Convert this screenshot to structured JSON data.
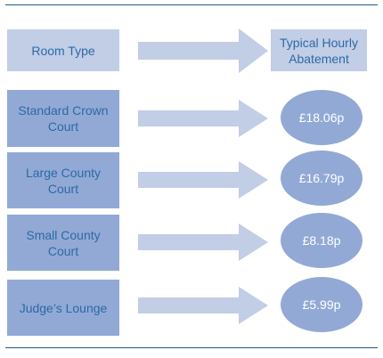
{
  "header": {
    "left_label": "Room Type",
    "right_label": "Typical Hourly Abatement"
  },
  "rows": [
    {
      "room": "Standard Crown Court",
      "value": "£18.06p"
    },
    {
      "room": "Large County Court",
      "value": "£16.79p"
    },
    {
      "room": "Small County Court",
      "value": "£8.18p"
    },
    {
      "room": "Judge’s Lounge",
      "value": "£5.99p"
    }
  ],
  "colors": {
    "rule": "#1d5a8a",
    "text_blue": "#2b6aa6",
    "light_fill": "#c2cde6",
    "dark_fill": "#92a9d5",
    "oval_text": "#ffffff"
  }
}
